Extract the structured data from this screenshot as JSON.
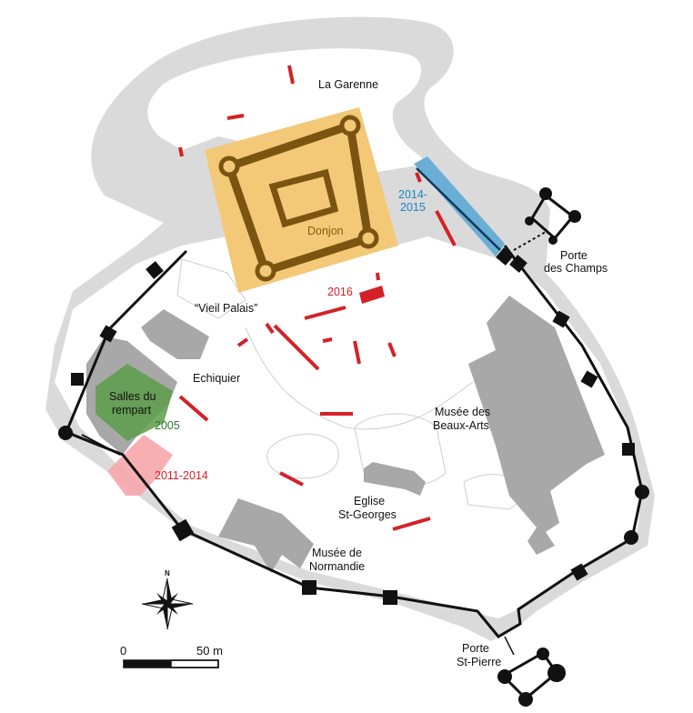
{
  "map": {
    "labels": {
      "garenne": "La Garenne",
      "donjon": "Donjon",
      "vieil_palais": "“Vieil Palais”",
      "echiquier": "Echiquier",
      "salles_line1": "Salles du",
      "salles_line2": "rempart",
      "porte_champs_line1": "Porte",
      "porte_champs_line2": "des Champs",
      "musee_ba_line1": "Musée des",
      "musee_ba_line2": "Beaux-Arts",
      "eglise_line1": "Eglise",
      "eglise_line2": "St-Georges",
      "musee_norm_line1": "Musée de",
      "musee_norm_line2": "Normandie",
      "porte_st_pierre_line1": "Porte",
      "porte_st_pierre_line2": "St-Pierre"
    },
    "excavations": {
      "y2016": "2016",
      "y2014_line1": "2014-",
      "y2014_line2": "2015",
      "y2005": "2005",
      "y2011": "2011-2014"
    },
    "compass": {
      "north": "N"
    },
    "scale": {
      "start": "0",
      "end": "50 m"
    },
    "colors": {
      "donjon_fill": "#f3c978",
      "donjon_struct": "#7a5410",
      "excavation_red": "#d42127",
      "excavation_blue": "#6aaed6",
      "salles_green": "#5c9c4a",
      "pink_2011": "#f7a6ac",
      "building_grey": "#a8a8a8",
      "moat_grey": "#dadada",
      "wall_black": "#111111"
    }
  }
}
